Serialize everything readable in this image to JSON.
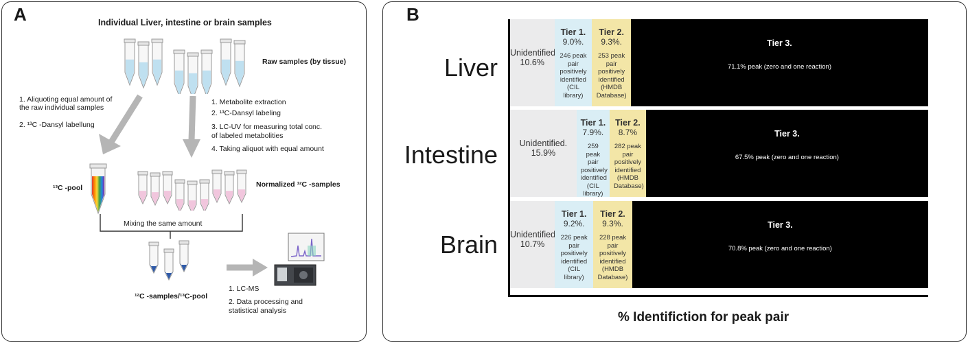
{
  "panelA": {
    "label": "A",
    "title": "Individual Liver, intestine or brain samples",
    "raw_samples": "Raw samples (by tissue)",
    "left_steps": [
      "1. Aliquoting equal amount of",
      "the raw individual samples",
      "2. ¹³C -Dansyl labellung"
    ],
    "right_steps": [
      "1. Metabolite extraction",
      "2. ¹³C-Dansyl labeling",
      "3. LC-UV for measuring total conc.",
      "of labeled metabolities",
      "4. Taking aliquot with equal amount"
    ],
    "pool_label": "¹³C -pool",
    "normalized_label": "Normalized ¹²C -samples",
    "mixing": "Mixing the same amount",
    "mix_label": "¹²C -samples/¹³C-pool",
    "final_steps": [
      "1. LC-MS",
      "2. Data processing and",
      "statistical analysis"
    ]
  },
  "panelB": {
    "label": "B",
    "xlabel": "% Identifiction for peak pair"
  },
  "chart_data": {
    "type": "bar",
    "orientation": "horizontal-stacked-100",
    "categories": [
      "Liver",
      "Intestine",
      "Brain"
    ],
    "series": [
      {
        "name": "Unidentified.",
        "color": "#ebebec",
        "values": [
          10.6,
          15.9,
          10.7
        ],
        "labels": [
          "10.6%",
          "15.9%",
          "10.7%"
        ],
        "notes": [
          "",
          "",
          ""
        ]
      },
      {
        "name": "Tier 1.",
        "color": "#daeef5",
        "values": [
          9.0,
          7.9,
          9.2
        ],
        "labels": [
          "9.0%.",
          "7.9%.",
          "9.2%."
        ],
        "notes": [
          "246 peak pair positively identified (CIL library)",
          "259 peak pair positively identified (CIL library)",
          "226 peak pair positively identified (CIL library)"
        ]
      },
      {
        "name": "Tier 2.",
        "color": "#f3e6a7",
        "values": [
          9.3,
          8.7,
          9.3
        ],
        "labels": [
          "9.3%.",
          "8.7%",
          "9.3%."
        ],
        "notes": [
          "253 peak pair positively identified (HMDB Database)",
          "282 peak pair positively identified (HMDB Database)",
          "228 peak pair positively identified (HMDB Database)"
        ]
      },
      {
        "name": "Tier 3.",
        "color": "#000000",
        "values": [
          71.1,
          67.5,
          70.8
        ],
        "labels": [
          "",
          "",
          ""
        ],
        "notes": [
          "71.1% peak (zero and one reaction)",
          "67.5% peak (zero and one reaction)",
          "70.8% peak (zero and one reaction)"
        ]
      }
    ],
    "xlabel": "% Identifiction for peak pair",
    "xlim": [
      0,
      100
    ]
  }
}
